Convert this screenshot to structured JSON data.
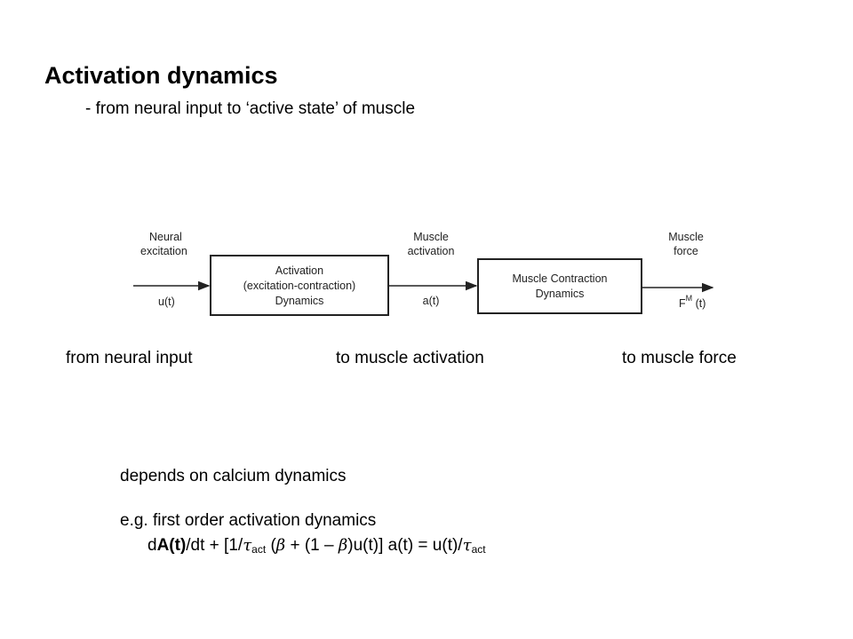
{
  "slide": {
    "title": "Activation dynamics",
    "subtitle": "- from neural input to ‘active state’ of muscle"
  },
  "diagram": {
    "input_label_line1": "Neural",
    "input_label_line2": "excitation",
    "input_signal": "u(t)",
    "block1_line1": "Activation",
    "block1_line2": "(excitation-contraction)",
    "block1_line3": "Dynamics",
    "mid_label_line1": "Muscle",
    "mid_label_line2": "activation",
    "mid_signal": "a(t)",
    "block2_line1": "Muscle Contraction",
    "block2_line2": "Dynamics",
    "output_label_line1": "Muscle",
    "output_label_line2": "force",
    "output_signal_base": "F",
    "output_signal_sup": "M",
    "output_signal_arg": " (t)"
  },
  "captions": {
    "from": "from neural input",
    "to_activation": "to muscle activation",
    "to_force": "to muscle force"
  },
  "notes": {
    "calcium": "depends on calcium dynamics",
    "eq_intro": "e.g. first order activation dynamics"
  },
  "equation": {
    "p1": "d",
    "p2": "A(t)",
    "p3": "/dt + [1/",
    "tau1": "τ",
    "sub1": "act",
    "p4": " (",
    "beta1": "β",
    "p5": " + (1 – ",
    "beta2": "β",
    "p6": ")u(t)]  a(t) = u(t)/",
    "tau2": "τ",
    "sub2": "act"
  }
}
